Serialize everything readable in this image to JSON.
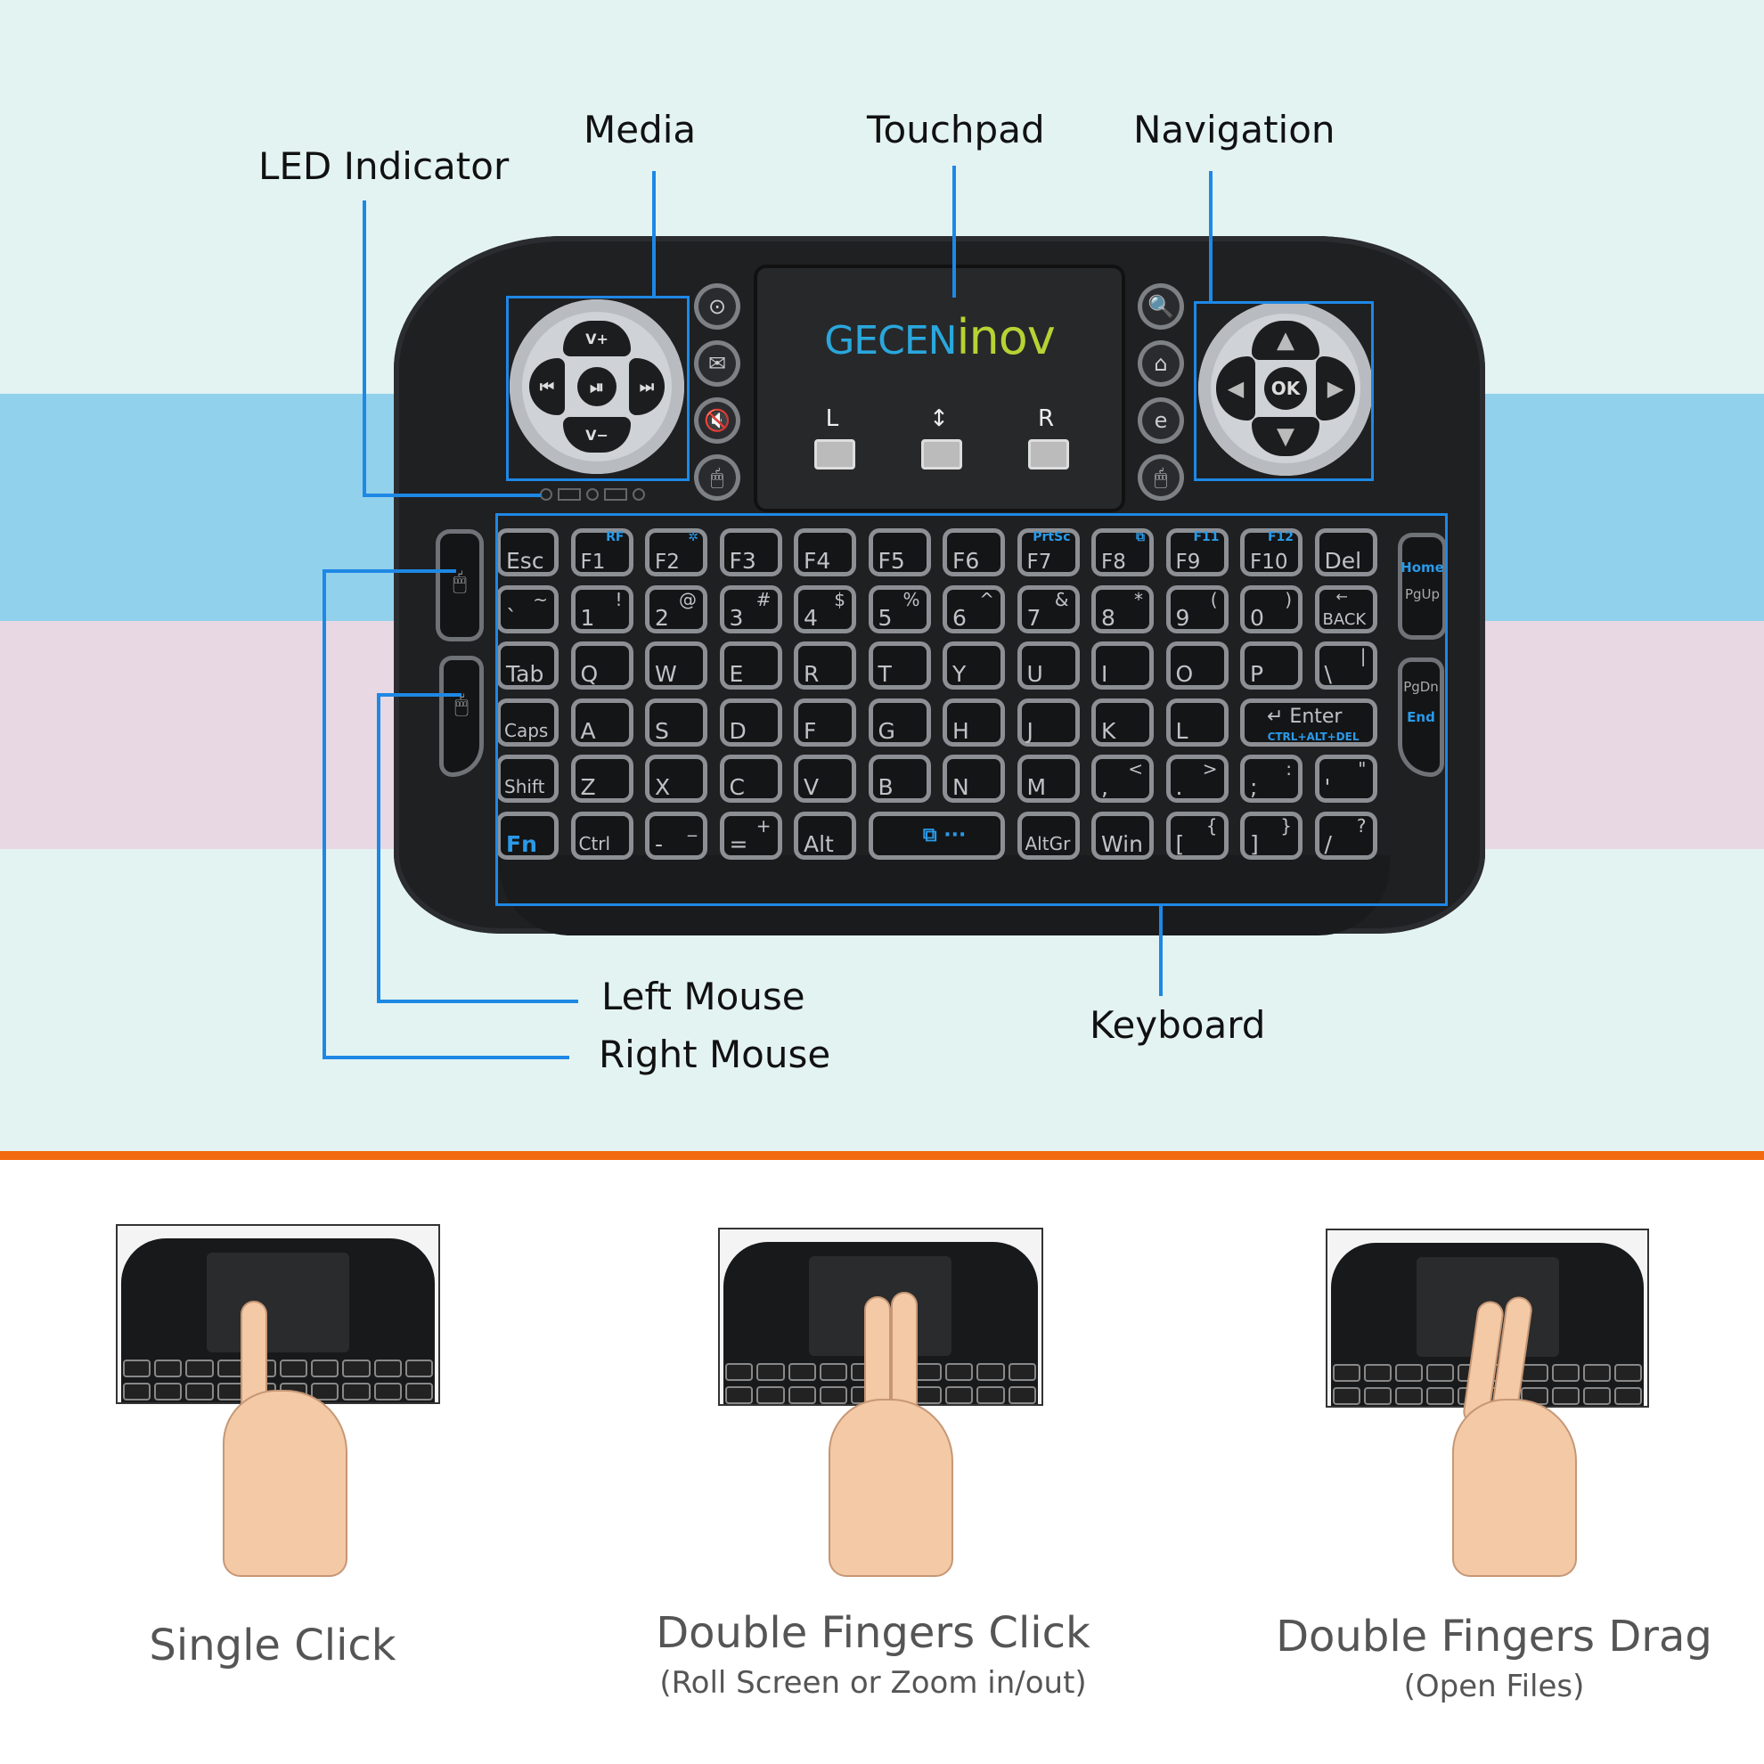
{
  "callouts": {
    "led_indicator": "LED Indicator",
    "media": "Media",
    "touchpad": "Touchpad",
    "navigation": "Navigation",
    "left_mouse": "Left Mouse",
    "right_mouse": "Right Mouse",
    "keyboard": "Keyboard"
  },
  "touchpad": {
    "brand_part1": "GECEN",
    "brand_part2": "inov",
    "left_label": "L",
    "scroll_label": "↕",
    "right_label": "R"
  },
  "media_pad": {
    "vol_up": "V+",
    "vol_down": "V−",
    "prev": "⏮",
    "play_pause": "⏯",
    "next": "⏭"
  },
  "nav_pad": {
    "up": "▲",
    "down": "▼",
    "left": "◀",
    "right": "▶",
    "ok": "OK"
  },
  "left_buttons": [
    "⊙",
    "✉",
    "🔇",
    "🖱"
  ],
  "right_buttons": [
    "🔍",
    "⌂",
    "e",
    "🖱"
  ],
  "side_keys": {
    "home": "Home",
    "pgup": "PgUp",
    "pgdn": "PgDn",
    "end": "End"
  },
  "keys": [
    [
      {
        "m": "Esc"
      },
      {
        "m": "F1",
        "f": "RF"
      },
      {
        "m": "F2",
        "f": "✲"
      },
      {
        "m": "F3"
      },
      {
        "m": "F4"
      },
      {
        "m": "F5"
      },
      {
        "m": "F6"
      },
      {
        "m": "F7",
        "f": "PrtSc"
      },
      {
        "m": "F8",
        "f": "⧉"
      },
      {
        "m": "F9",
        "f": "F11"
      },
      {
        "m": "F10",
        "f": "F12"
      },
      {
        "m": "Del"
      }
    ],
    [
      {
        "m": "`",
        "s": "~"
      },
      {
        "m": "1",
        "s": "!"
      },
      {
        "m": "2",
        "s": "@"
      },
      {
        "m": "3",
        "s": "#"
      },
      {
        "m": "4",
        "s": "$"
      },
      {
        "m": "5",
        "s": "%"
      },
      {
        "m": "6",
        "s": "^"
      },
      {
        "m": "7",
        "s": "&"
      },
      {
        "m": "8",
        "s": "*"
      },
      {
        "m": "9",
        "s": "("
      },
      {
        "m": "0",
        "s": ")"
      },
      {
        "m": "BACK",
        "s": "←"
      }
    ],
    [
      {
        "m": "Tab"
      },
      {
        "m": "Q"
      },
      {
        "m": "W"
      },
      {
        "m": "E"
      },
      {
        "m": "R"
      },
      {
        "m": "T"
      },
      {
        "m": "Y"
      },
      {
        "m": "U"
      },
      {
        "m": "I"
      },
      {
        "m": "O"
      },
      {
        "m": "P"
      },
      {
        "m": "\\",
        "s": "|"
      }
    ],
    [
      {
        "m": "Caps"
      },
      {
        "m": "A"
      },
      {
        "m": "S"
      },
      {
        "m": "D"
      },
      {
        "m": "F"
      },
      {
        "m": "G"
      },
      {
        "m": "H"
      },
      {
        "m": "J"
      },
      {
        "m": "K"
      },
      {
        "m": "L"
      },
      {
        "m": "↵ Enter",
        "f": "CTRL+ALT+DEL",
        "w": 2
      }
    ],
    [
      {
        "m": "Shift"
      },
      {
        "m": "Z"
      },
      {
        "m": "X"
      },
      {
        "m": "C"
      },
      {
        "m": "V"
      },
      {
        "m": "B"
      },
      {
        "m": "N"
      },
      {
        "m": "M"
      },
      {
        "m": ",",
        "s": "<"
      },
      {
        "m": ".",
        "s": ">"
      },
      {
        "m": ";",
        "s": ":"
      },
      {
        "m": "'",
        "s": "\""
      }
    ],
    [
      {
        "m": "Fn",
        "fn": true
      },
      {
        "m": "Ctrl"
      },
      {
        "m": "-",
        "s": "_"
      },
      {
        "m": "=",
        "s": "+"
      },
      {
        "m": "Alt"
      },
      {
        "m": "",
        "f": "⧉ ···",
        "w": 2
      },
      {
        "m": "AltGr"
      },
      {
        "m": "Win"
      },
      {
        "m": "[",
        "s": "{"
      },
      {
        "m": "]",
        "s": "}"
      },
      {
        "m": "/",
        "s": "?"
      }
    ]
  ],
  "gestures": [
    {
      "title": "Single Click",
      "subtitle": ""
    },
    {
      "title": "Double Fingers Click",
      "subtitle": "(Roll Screen or Zoom in/out)"
    },
    {
      "title": "Double Fingers Drag",
      "subtitle": "(Open Files)"
    }
  ],
  "colors": {
    "callout_line": "#1e88e5",
    "divider": "#f26a10",
    "fn_legend": "#2a9ae8",
    "brand_blue": "#2aa7dc",
    "brand_green": "#b5d334"
  }
}
